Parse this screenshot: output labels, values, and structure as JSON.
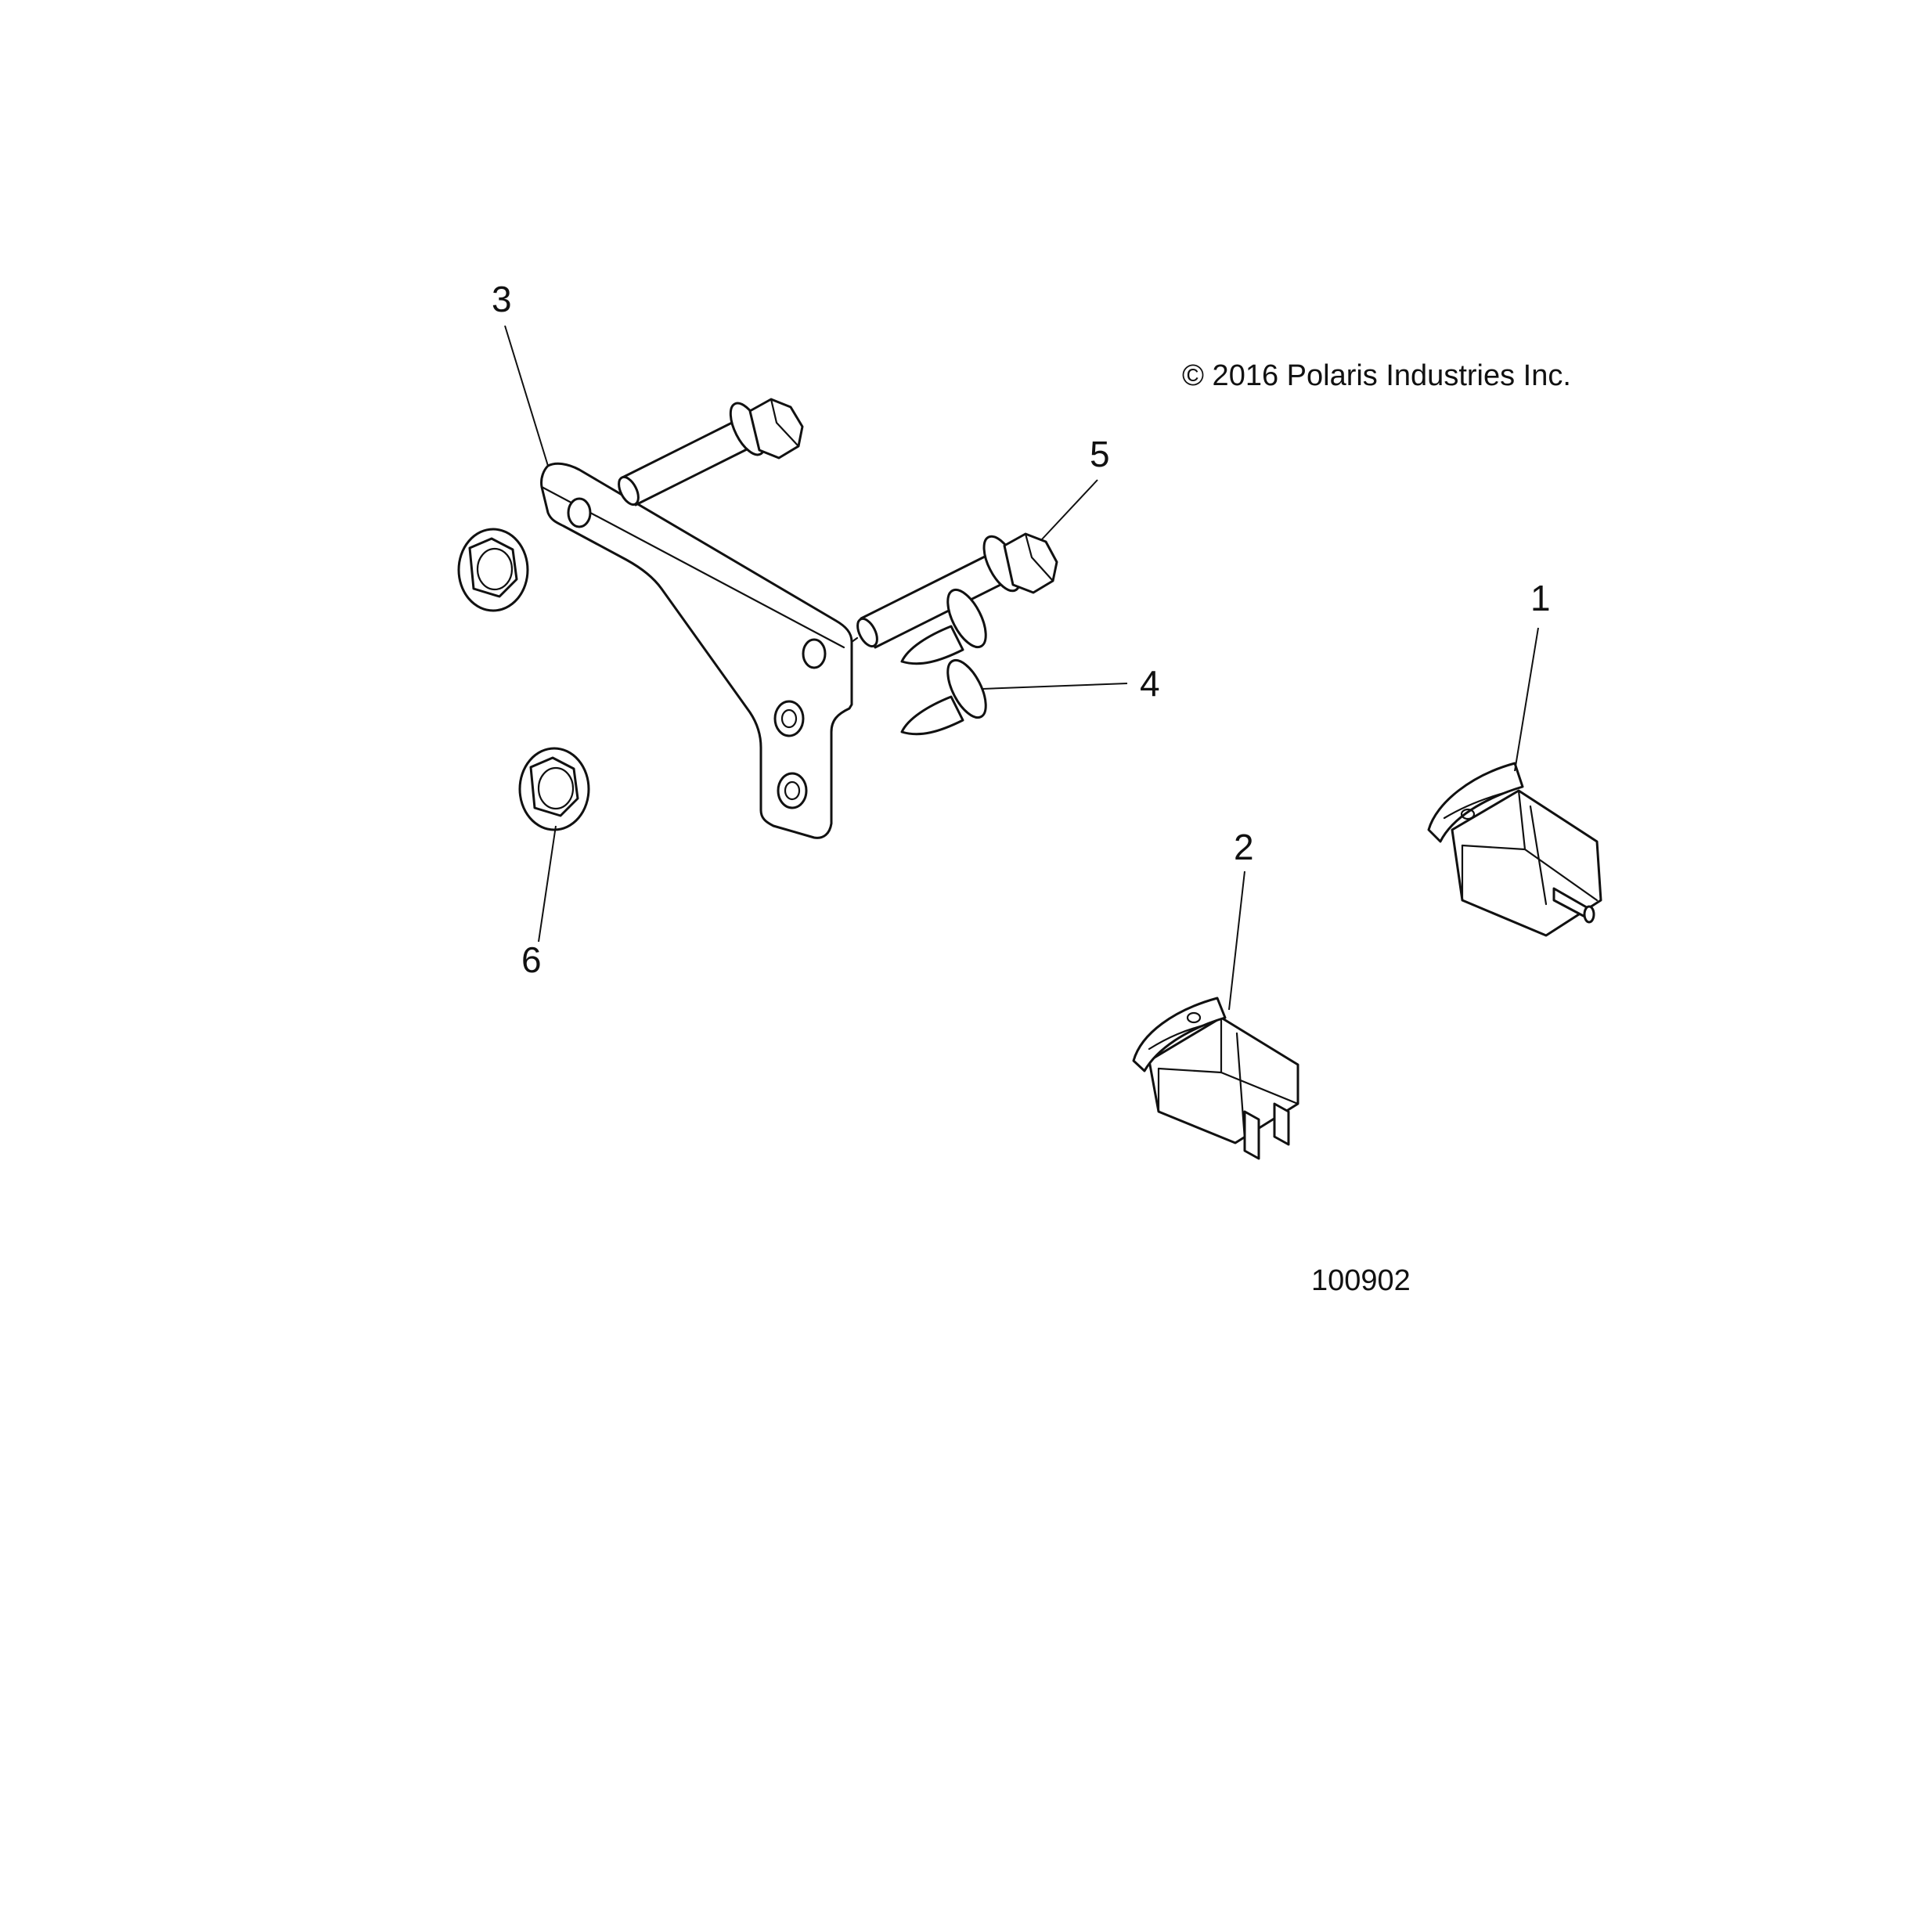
{
  "copyright": "© 2016 Polaris Industries Inc.",
  "figure_number": "100902",
  "callouts": [
    "1",
    "2",
    "3",
    "4",
    "5",
    "6"
  ]
}
